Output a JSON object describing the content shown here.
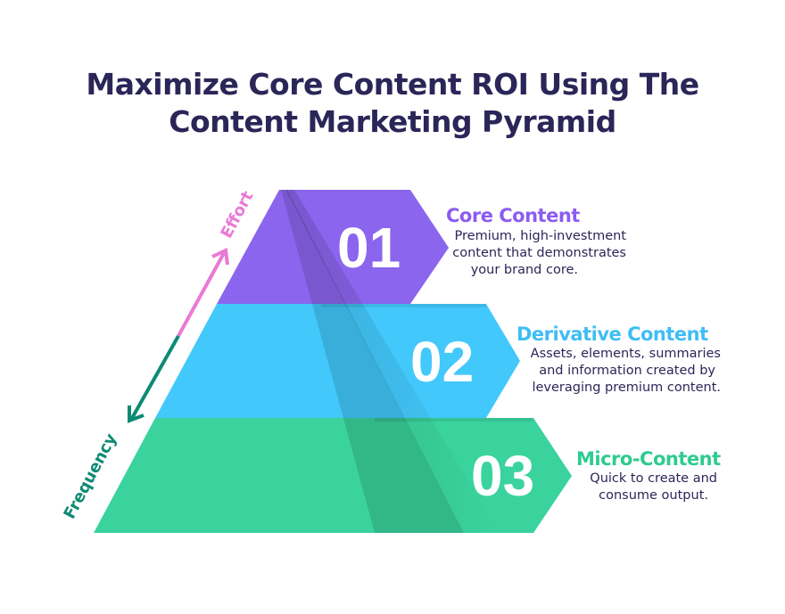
{
  "title": {
    "line1": "Maximize Core Content ROI Using The",
    "line2": "Content Marketing Pyramid"
  },
  "axis": {
    "effort_label": "Effort",
    "frequency_label": "Frequency",
    "effort_color": "#e979d6",
    "frequency_color": "#0e8a74"
  },
  "tiers": [
    {
      "number": "01",
      "label": "Core Content",
      "description": [
        "Premium, high-investment",
        "content that demonstrates",
        "your brand core."
      ],
      "color": "#8b65ed",
      "label_color": "#8b5cf0"
    },
    {
      "number": "02",
      "label": "Derivative Content",
      "description": [
        "Assets, elements, summaries",
        "and information created by",
        "leveraging premium content."
      ],
      "color": "#43c8fb",
      "label_color": "#3fbdf5"
    },
    {
      "number": "03",
      "label": "Micro-Content",
      "description": [
        "Quick to create and",
        "consume output."
      ],
      "color": "#3ad39d",
      "label_color": "#2ecb92"
    }
  ]
}
